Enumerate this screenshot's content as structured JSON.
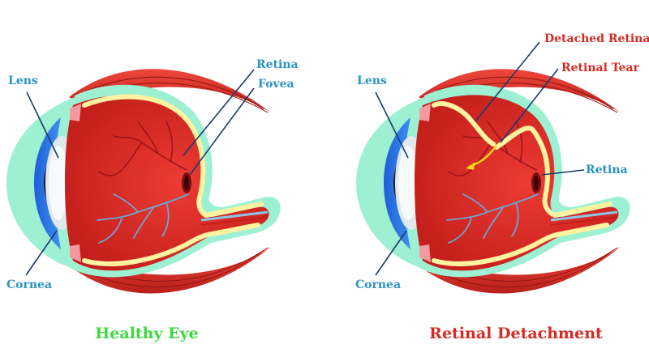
{
  "healthy": {
    "caption": "Healthy Eye",
    "labels": {
      "lens": "Lens",
      "cornea": "Cornea",
      "retina": "Retina",
      "fovea": "Fovea"
    }
  },
  "detachment": {
    "caption": "Retinal Detachment",
    "labels": {
      "lens": "Lens",
      "cornea": "Cornea",
      "retina": "Retina",
      "detached_retina": "Detached Retina",
      "retinal_tear": "Retinal Tear"
    }
  },
  "colors": {
    "caption_healthy": "#3fd93f",
    "caption_detachment": "#d62a22",
    "label_blue": "#2b93c4",
    "label_red": "#d62a22",
    "leader_line": "#173a6b"
  }
}
